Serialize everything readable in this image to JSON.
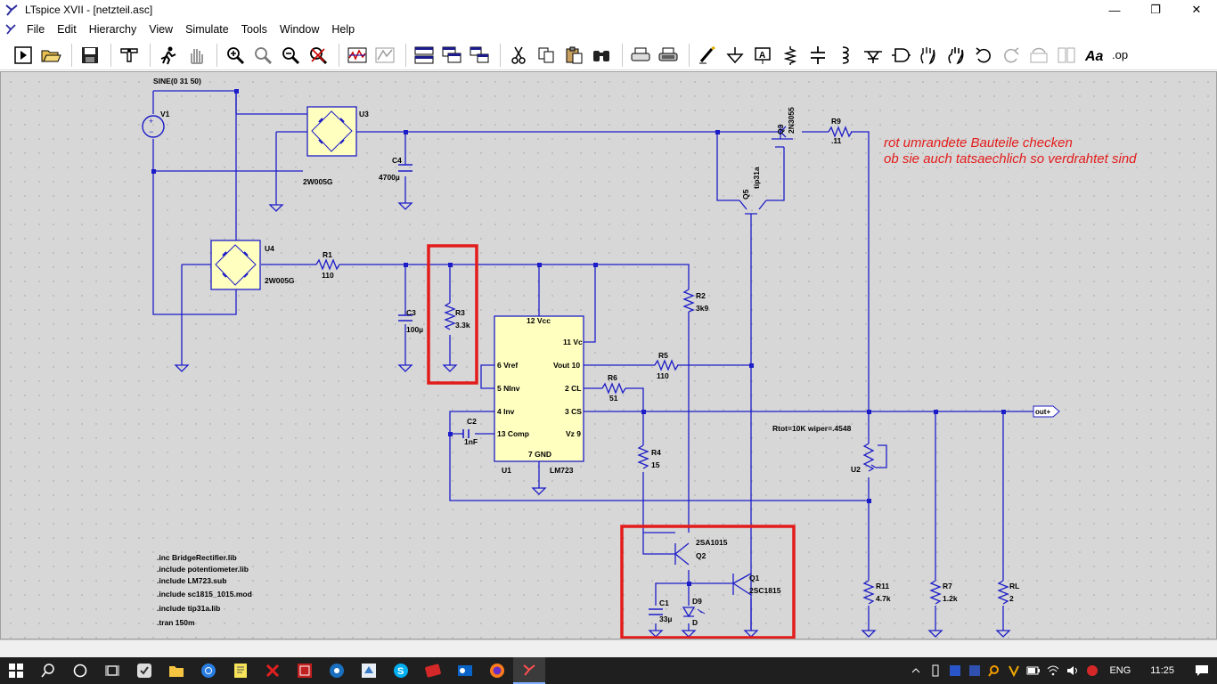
{
  "window": {
    "title": "LTspice XVII - [netzteil.asc]"
  },
  "menu": [
    "File",
    "Edit",
    "Hierarchy",
    "View",
    "Simulate",
    "Tools",
    "Window",
    "Help"
  ],
  "toolbar": {
    "buttons": [
      "run-icon",
      "open-icon",
      "save-icon",
      "control-panel-icon",
      "halt-icon",
      "pan-icon",
      "zoom-in-icon",
      "zoom-pan-icon",
      "zoom-out-icon",
      "zoom-fit-icon",
      "waveform-icon",
      "autoscale-icon",
      "tile-horizontal-icon",
      "cascade-icon",
      "tile-vertical-icon",
      "cut-icon",
      "copy-icon",
      "paste-icon",
      "find-icon",
      "print-setup-icon",
      "print-icon",
      "wire-icon",
      "ground-icon",
      "label-icon",
      "resistor-icon",
      "capacitor-icon",
      "inductor-icon",
      "diode-icon",
      "component-icon",
      "move-icon",
      "drag-icon",
      "undo-icon",
      "redo-icon",
      "rotate-icon",
      "mirror-icon",
      "text-icon",
      "spice-directive-icon"
    ]
  },
  "schematic": {
    "source": {
      "name": "V1",
      "value": "SINE(0 31 50)"
    },
    "bridges": [
      {
        "name": "U3",
        "part": "2W005G"
      },
      {
        "name": "U4",
        "part": "2W005G"
      }
    ],
    "caps": [
      {
        "name": "C4",
        "value": "4700µ"
      },
      {
        "name": "C3",
        "value": "100µ"
      },
      {
        "name": "C2",
        "value": "1nF"
      },
      {
        "name": "C1",
        "value": "33µ"
      }
    ],
    "resistors": [
      {
        "name": "R1",
        "value": "110"
      },
      {
        "name": "R3",
        "value": "3.3k"
      },
      {
        "name": "R2",
        "value": "3k9"
      },
      {
        "name": "R5",
        "value": "110"
      },
      {
        "name": "R6",
        "value": "51"
      },
      {
        "name": "R4",
        "value": "15"
      },
      {
        "name": "R9",
        "value": ".11"
      },
      {
        "name": "R11",
        "value": "4.7k"
      },
      {
        "name": "R7",
        "value": "1.2k"
      },
      {
        "name": "RL",
        "value": "2"
      }
    ],
    "transistors": [
      {
        "name": "Q3",
        "part": "2N3055"
      },
      {
        "name": "Q5",
        "part": "tip31a"
      },
      {
        "name": "Q2",
        "part": "2SA1015"
      },
      {
        "name": "Q1",
        "part": "2SC1815"
      }
    ],
    "diode": {
      "name": "D9",
      "part": "D"
    },
    "ic": {
      "name": "U1",
      "part": "LM723",
      "pins": {
        "vcc": "12 Vcc",
        "vc": "11 Vc",
        "vref": "6 Vref",
        "vout": "Vout 10",
        "ninv": "5 NInv",
        "cl": "2 CL",
        "inv": "4 Inv",
        "cs": "3 CS",
        "comp": "13 Comp",
        "vz": "Vz 9",
        "gnd": "7 GND"
      }
    },
    "pot": {
      "name": "U2",
      "params": "Rtot=10K wiper=.4548"
    },
    "net_label": "out+",
    "directives": [
      ".inc BridgeRectifier.lib",
      ".include potentiometer.lib",
      ".include LM723.sub",
      ".include sc1815_1015.mod",
      ".include tip31a.lib",
      ".tran 150m"
    ],
    "note_line1": "rot umrandete Bauteile checken",
    "note_line2": "ob sie auch tatsaechlich so verdrahtet sind"
  },
  "colors": {
    "wire": "#1c1cc8",
    "highlight": "#e31b1b",
    "component_fill": "#ffffc0",
    "canvas": "#d7d7d7"
  },
  "taskbar": {
    "apps": [
      "windows-icon",
      "search-icon",
      "cortana-icon",
      "task-view-icon",
      "app-icon-1",
      "explorer-icon",
      "chrome-icon",
      "notes-icon",
      "xmind-icon",
      "app-icon-2",
      "app-icon-3",
      "app-icon-4",
      "skype-icon",
      "app-icon-5",
      "outlook-icon",
      "firefox-icon",
      "ltspice-icon"
    ],
    "language": "ENG",
    "time": "11:25"
  }
}
